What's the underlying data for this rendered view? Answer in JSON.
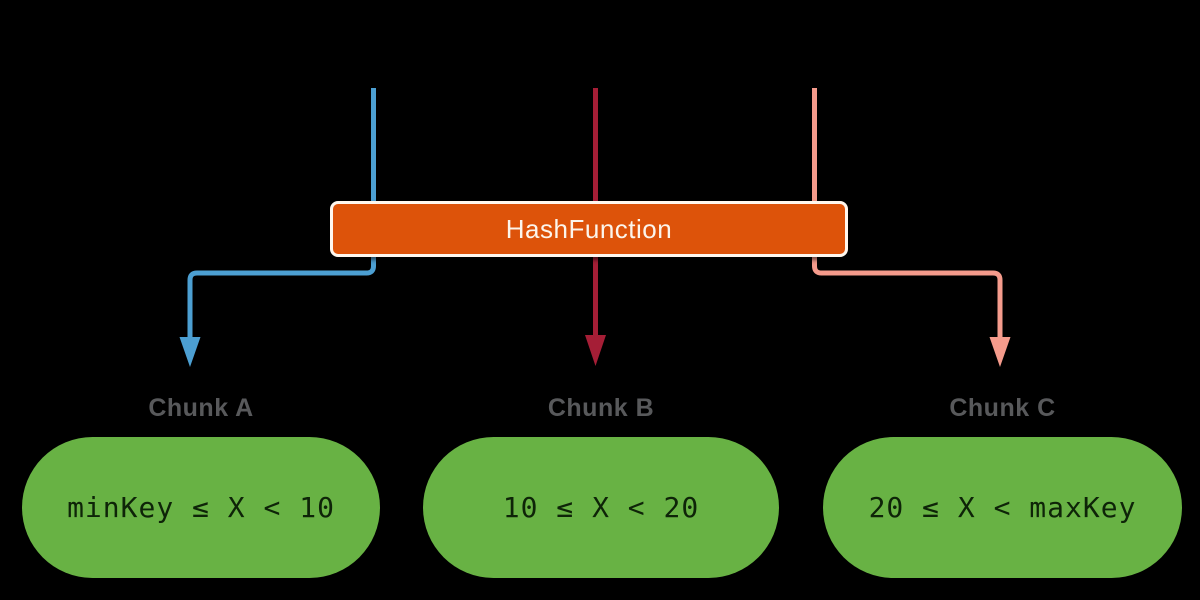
{
  "hash_box": {
    "label": "HashFunction"
  },
  "chunks": [
    {
      "label": "Chunk A",
      "range": "minKey ≤ X < 10"
    },
    {
      "label": "Chunk B",
      "range": "10 ≤ X < 20"
    },
    {
      "label": "Chunk C",
      "range": "20 ≤ X < maxKey"
    }
  ],
  "colors": {
    "background": "#000000",
    "hash_box_fill": "#DD530A",
    "hash_box_border": "#FFF7EE",
    "hash_box_text": "#FCF5EC",
    "chunk_fill": "#68B244",
    "chunk_title_text": "#58595B",
    "chunk_range_text": "#0E2408",
    "arrow_a": "#4C9FD2",
    "arrow_b": "#A51E36",
    "arrow_c": "#F59B8C"
  }
}
